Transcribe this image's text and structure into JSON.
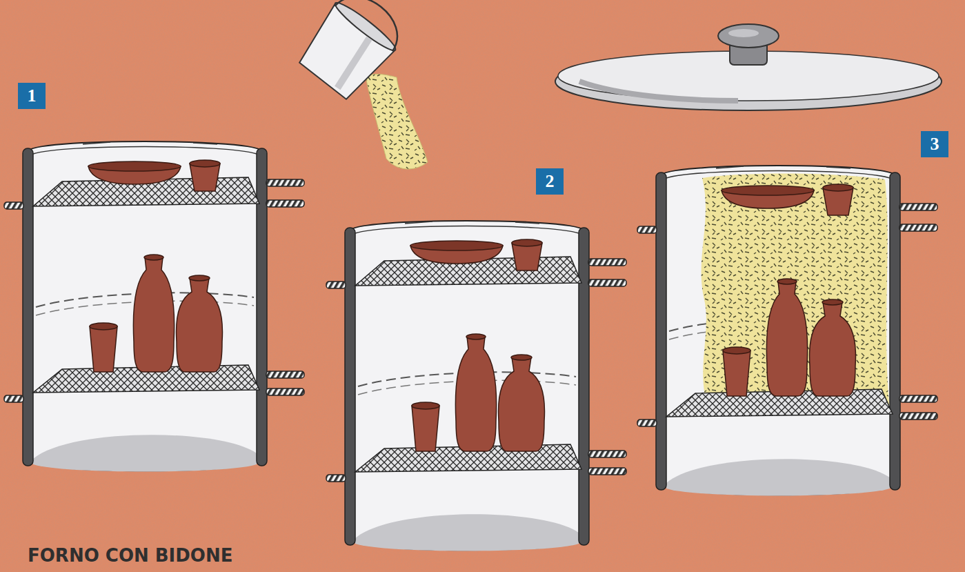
{
  "diagram": {
    "title": "FORNO CON BIDONE",
    "nodes": [
      {
        "text": [
          "1"
        ]
      },
      {
        "text": [
          "2"
        ]
      },
      {
        "text": [
          "3"
        ]
      }
    ]
  }
}
